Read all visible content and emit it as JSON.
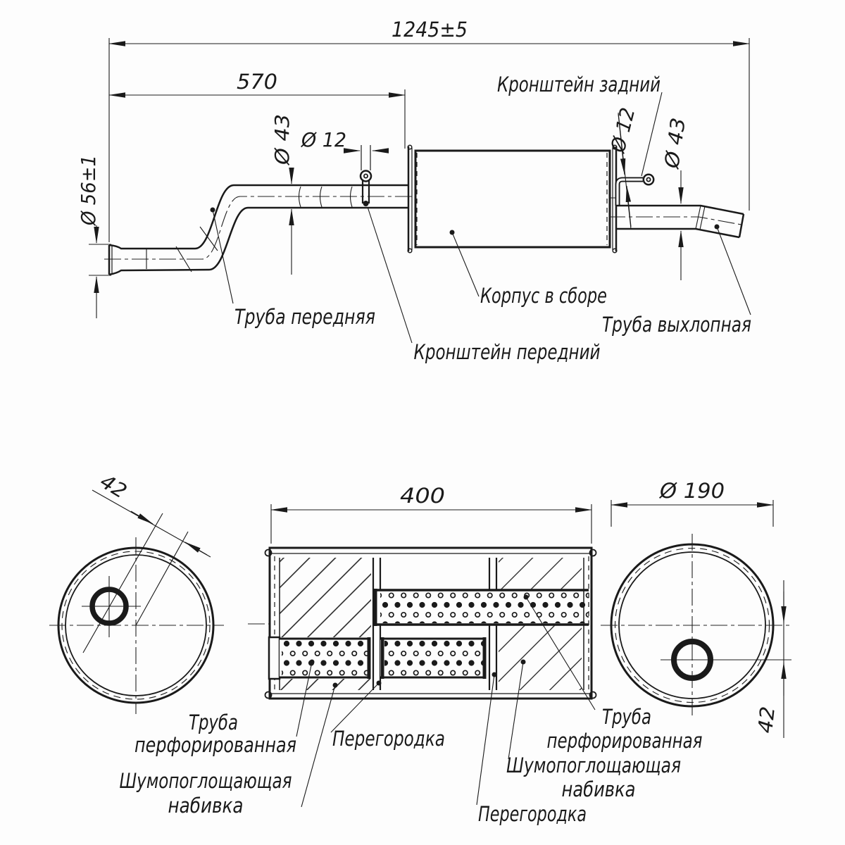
{
  "meta": {
    "background": "#fdfdfd",
    "ink": "#1a1a1a"
  },
  "main_view": {
    "dims": {
      "overall": "1245±5",
      "front_length": "570",
      "front_pipe_dia": "Ø 43",
      "front_bracket_dia": "Ø 12",
      "inlet_dia": "Ø 56±1",
      "rear_bracket_dia": "Ø 12",
      "exhaust_pipe_dia": "Ø 43"
    },
    "labels": {
      "rear_bracket": "Кронштейн задний",
      "front_pipe": "Труба передняя",
      "body_assembly": "Корпус в сборе",
      "exhaust_pipe": "Труба выхлопная",
      "front_bracket": "Кронштейн передний"
    }
  },
  "section_view": {
    "dims": {
      "body_length": "400",
      "inlet_offset": "42",
      "body_dia": "Ø 190",
      "outlet_offset": "42"
    },
    "labels": {
      "perforated_pipe_left_1": "Труба",
      "perforated_pipe_left_2": "перфорированная",
      "baffle_left": "Перегородка",
      "stuffing_left_1": "Шумопоглощающая",
      "stuffing_left_2": "набивка",
      "perforated_pipe_right_1": "Труба",
      "perforated_pipe_right_2": "перфорированная",
      "stuffing_right_1": "Шумопоглощающая",
      "stuffing_right_2": "набивка",
      "baffle_right": "Перегородка"
    }
  }
}
